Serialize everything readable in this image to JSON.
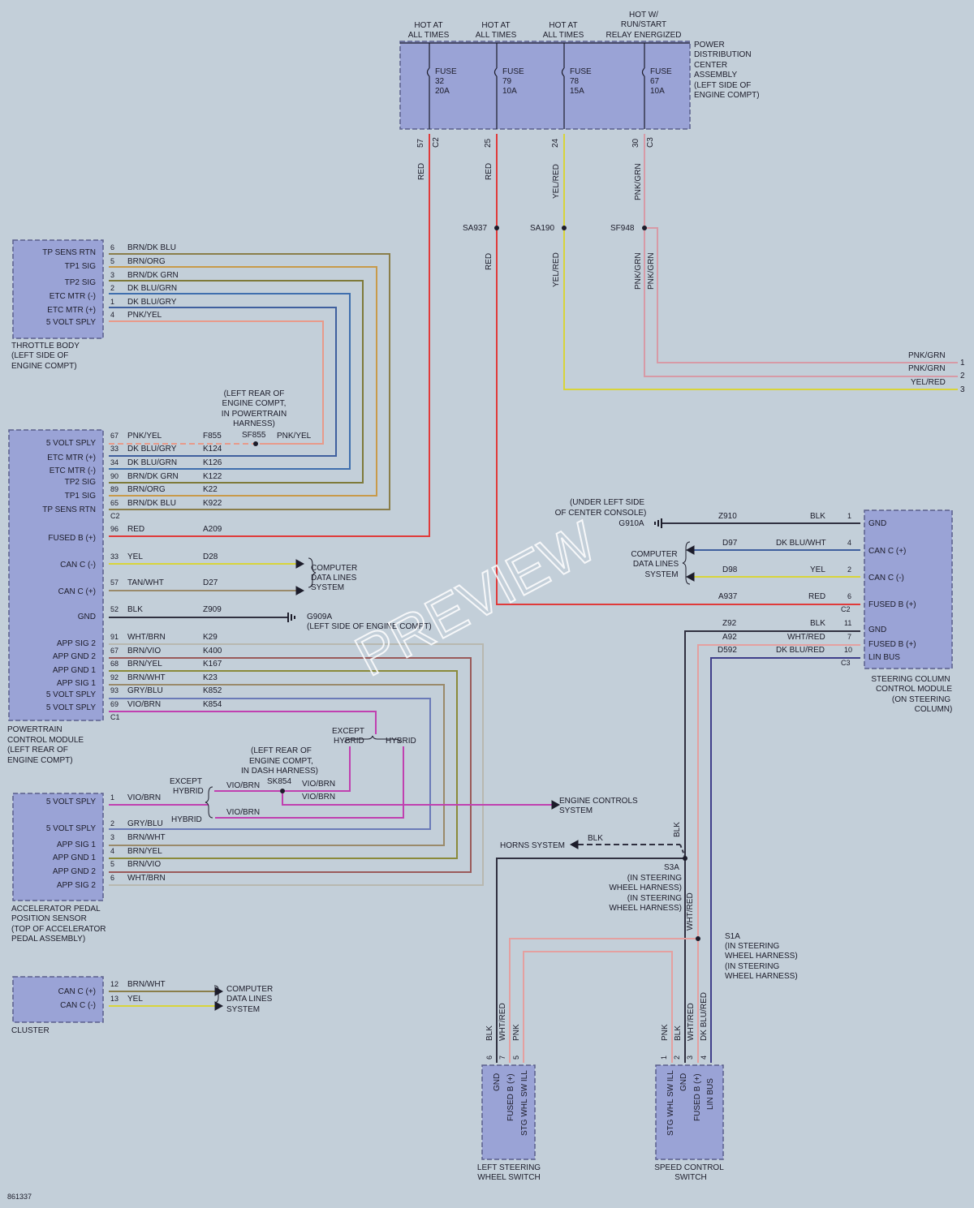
{
  "watermark": "PREVIEW",
  "footer_code": "861337",
  "pdc": {
    "label": [
      "POWER",
      "DISTRIBUTION",
      "CENTER",
      "ASSEMBLY",
      "(LEFT SIDE OF",
      "ENGINE COMPT)"
    ],
    "hot_labels": [
      [
        "HOT AT",
        "ALL TIMES"
      ],
      [
        "HOT AT",
        "ALL TIMES"
      ],
      [
        "HOT AT",
        "ALL TIMES"
      ],
      [
        "HOT W/",
        "RUN/START",
        "RELAY ENERGIZED"
      ]
    ],
    "fuses": [
      [
        "FUSE",
        "32",
        "20A"
      ],
      [
        "FUSE",
        "79",
        "10A"
      ],
      [
        "FUSE",
        "78",
        "15A"
      ],
      [
        "FUSE",
        "67",
        "10A"
      ]
    ],
    "pins": [
      "57",
      "25",
      "24",
      "30"
    ],
    "connectors": [
      "C2",
      "C3"
    ]
  },
  "splices": {
    "sa937": "SA937",
    "sa190": "SA190",
    "sf948": "SF948",
    "sf855": "SF855",
    "sk854": "SK854",
    "s3a": "S3A",
    "s1a": "S1A"
  },
  "throttle_body": {
    "label": [
      "THROTTLE BODY",
      "(LEFT SIDE OF",
      "ENGINE COMPT)"
    ],
    "pins": [
      "TP SENS RTN",
      "TP1 SIG",
      "TP2 SIG",
      "ETC MTR (-)",
      "ETC MTR (+)",
      "5 VOLT SPLY"
    ],
    "wires": [
      {
        "pin": "6",
        "color": "BRN/DK BLU"
      },
      {
        "pin": "5",
        "color": "BRN/ORG"
      },
      {
        "pin": "3",
        "color": "BRN/DK GRN"
      },
      {
        "pin": "2",
        "color": "DK BLU/GRN"
      },
      {
        "pin": "1",
        "color": "DK BLU/GRY"
      },
      {
        "pin": "4",
        "color": "PNK/YEL"
      }
    ]
  },
  "pcm": {
    "label": [
      "POWERTRAIN",
      "CONTROL MODULE",
      "(LEFT REAR OF",
      "ENGINE COMPT)"
    ],
    "pins": [
      "5 VOLT SPLY",
      "ETC MTR (+)",
      "ETC MTR (-)",
      "TP2 SIG",
      "TP1 SIG",
      "TP SENS RTN",
      "FUSED B (+)",
      "CAN C (-)",
      "CAN C (+)",
      "GND",
      "APP SIG 2",
      "APP GND 2",
      "APP GND 1",
      "APP SIG 1",
      "5 VOLT SPLY",
      "5 VOLT SPLY"
    ],
    "connectors": [
      "C2",
      "C1"
    ],
    "wires": [
      {
        "pin": "67",
        "color": "PNK/YEL",
        "circuit": "F855"
      },
      {
        "pin": "33",
        "color": "DK BLU/GRY",
        "circuit": "K124"
      },
      {
        "pin": "34",
        "color": "DK BLU/GRN",
        "circuit": "K126"
      },
      {
        "pin": "90",
        "color": "BRN/DK GRN",
        "circuit": "K122"
      },
      {
        "pin": "89",
        "color": "BRN/ORG",
        "circuit": "K22"
      },
      {
        "pin": "65",
        "color": "BRN/DK BLU",
        "circuit": "K922"
      },
      {
        "pin": "96",
        "color": "RED",
        "circuit": "A209"
      },
      {
        "pin": "33",
        "color": "YEL",
        "circuit": "D28"
      },
      {
        "pin": "57",
        "color": "TAN/WHT",
        "circuit": "D27"
      },
      {
        "pin": "52",
        "color": "BLK",
        "circuit": "Z909"
      },
      {
        "pin": "91",
        "color": "WHT/BRN",
        "circuit": "K29"
      },
      {
        "pin": "67",
        "color": "BRN/VIO",
        "circuit": "K400"
      },
      {
        "pin": "68",
        "color": "BRN/YEL",
        "circuit": "K167"
      },
      {
        "pin": "92",
        "color": "BRN/WHT",
        "circuit": "K23"
      },
      {
        "pin": "93",
        "color": "GRY/BLU",
        "circuit": "K852"
      },
      {
        "pin": "69",
        "color": "VIO/BRN",
        "circuit": "K854"
      }
    ],
    "sf855_note": [
      "(LEFT REAR OF",
      "ENGINE COMPT,",
      "IN POWERTRAIN",
      "HARNESS)"
    ],
    "sf855_color": "PNK/YEL",
    "g909a": [
      "G909A",
      "(LEFT SIDE OF ENGINE COMPT)"
    ],
    "cdl": [
      "COMPUTER",
      "DATA LINES",
      "SYSTEM"
    ]
  },
  "wire_colors": {
    "red": "RED",
    "yel_red": "YEL/RED",
    "pnk_grn": "PNK/GRN",
    "blk": "BLK",
    "wht_red": "WHT/RED",
    "pnk": "PNK",
    "dk_blu_red": "DK BLU/RED"
  },
  "right_edge": {
    "wires": [
      {
        "color": "PNK/GRN",
        "num": "1"
      },
      {
        "color": "PNK/GRN",
        "num": "2"
      },
      {
        "color": "YEL/RED",
        "num": "3"
      }
    ]
  },
  "sccm": {
    "label": [
      "STEERING COLUMN",
      "CONTROL MODULE",
      "(ON STEERING",
      "COLUMN)"
    ],
    "pins": [
      "GND",
      "CAN C (+)",
      "CAN C (-)",
      "FUSED B (+)",
      "GND",
      "FUSED B (+)",
      "LIN BUS"
    ],
    "connectors": [
      "C2",
      "C3"
    ],
    "wires": [
      {
        "pin": "1",
        "color": "BLK",
        "circuit": "Z910"
      },
      {
        "pin": "4",
        "color": "DK BLU/WHT",
        "circuit": "D97"
      },
      {
        "pin": "2",
        "color": "YEL",
        "circuit": "D98"
      },
      {
        "pin": "6",
        "color": "RED",
        "circuit": "A937"
      },
      {
        "pin": "11",
        "color": "BLK",
        "circuit": "Z92"
      },
      {
        "pin": "7",
        "color": "WHT/RED",
        "circuit": "A92"
      },
      {
        "pin": "10",
        "color": "DK BLU/RED",
        "circuit": "D592"
      }
    ],
    "g910a": [
      "(UNDER LEFT SIDE",
      "OF CENTER CONSOLE)",
      "G910A"
    ],
    "cdl": [
      "COMPUTER",
      "DATA LINES",
      "SYSTEM"
    ]
  },
  "apps": {
    "label": [
      "ACCELERATOR PEDAL",
      "POSITION SENSOR",
      "(TOP OF ACCELERATOR",
      "PEDAL ASSEMBLY)"
    ],
    "pins": [
      "5 VOLT SPLY",
      "5 VOLT SPLY",
      "APP SIG 1",
      "APP GND 1",
      "APP GND 2",
      "APP SIG 2"
    ],
    "wires": [
      {
        "pin": "1",
        "color": "VIO/BRN"
      },
      {
        "pin": "2",
        "color": "GRY/BLU"
      },
      {
        "pin": "3",
        "color": "BRN/WHT"
      },
      {
        "pin": "4",
        "color": "BRN/YEL"
      },
      {
        "pin": "5",
        "color": "BRN/VIO"
      },
      {
        "pin": "6",
        "color": "WHT/BRN"
      }
    ],
    "except_hybrid": [
      "EXCEPT",
      "HYBRID"
    ],
    "hybrid": "HYBRID",
    "sk854_note": [
      "(LEFT REAR OF",
      "ENGINE COMPT,",
      "IN DASH HARNESS)"
    ],
    "vio_brn": "VIO/BRN",
    "ecs": [
      "ENGINE CONTROLS",
      "SYSTEM"
    ]
  },
  "cluster": {
    "label": "CLUSTER",
    "pins": [
      "CAN C (+)",
      "CAN C (-)"
    ],
    "wires": [
      {
        "pin": "12",
        "color": "BRN/WHT"
      },
      {
        "pin": "13",
        "color": "YEL"
      }
    ],
    "cdl": [
      "COMPUTER",
      "DATA LINES",
      "SYSTEM"
    ]
  },
  "horns": {
    "label": "HORNS SYSTEM",
    "color": "BLK"
  },
  "s3a_note": [
    "(IN STEERING",
    "WHEEL HARNESS)",
    "(IN STEERING",
    "WHEEL HARNESS)"
  ],
  "s1a_note": [
    "(IN STEERING",
    "WHEEL HARNESS)",
    "(IN STEERING",
    "WHEEL HARNESS)"
  ],
  "lsws": {
    "label": [
      "LEFT STEERING",
      "WHEEL SWITCH"
    ],
    "pins": [
      "GND",
      "FUSED B (+)",
      "STG WHL SW ILL"
    ],
    "wires": [
      {
        "pin": "6",
        "color": "BLK"
      },
      {
        "pin": "7",
        "color": "WHT/RED"
      },
      {
        "pin": "5",
        "color": "PNK"
      }
    ]
  },
  "scs": {
    "label": [
      "SPEED CONTROL",
      "SWITCH"
    ],
    "pins": [
      "STG WHL SW ILL",
      "GND",
      "FUSED B (+)",
      "LIN BUS"
    ],
    "wires": [
      {
        "pin": "1",
        "color": "PNK"
      },
      {
        "pin": "2",
        "color": "BLK"
      },
      {
        "pin": "3",
        "color": "WHT/RED"
      },
      {
        "pin": "4",
        "color": "DK BLU/RED"
      }
    ]
  }
}
